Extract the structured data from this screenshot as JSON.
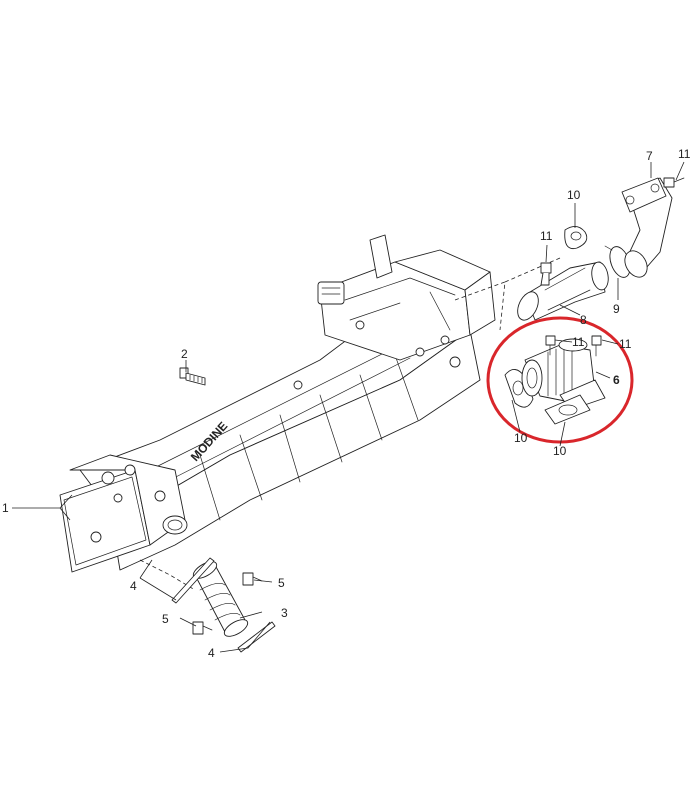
{
  "brand_text": "MODINE",
  "callouts": [
    {
      "id": "c1",
      "label": "1"
    },
    {
      "id": "c2",
      "label": "2"
    },
    {
      "id": "c3",
      "label": "3"
    },
    {
      "id": "c4a",
      "label": "4"
    },
    {
      "id": "c4b",
      "label": "4"
    },
    {
      "id": "c5a",
      "label": "5"
    },
    {
      "id": "c5b",
      "label": "5"
    },
    {
      "id": "c6",
      "label": "6"
    },
    {
      "id": "c7",
      "label": "7"
    },
    {
      "id": "c8",
      "label": "8"
    },
    {
      "id": "c9",
      "label": "9"
    },
    {
      "id": "c10a",
      "label": "10"
    },
    {
      "id": "c10b",
      "label": "10"
    },
    {
      "id": "c10c",
      "label": "10"
    },
    {
      "id": "c11a",
      "label": "11"
    },
    {
      "id": "c11b",
      "label": "11"
    },
    {
      "id": "c11c",
      "label": "11"
    },
    {
      "id": "c11d",
      "label": "11"
    }
  ],
  "highlight_color": "#d9262b",
  "line_color": "#222222"
}
